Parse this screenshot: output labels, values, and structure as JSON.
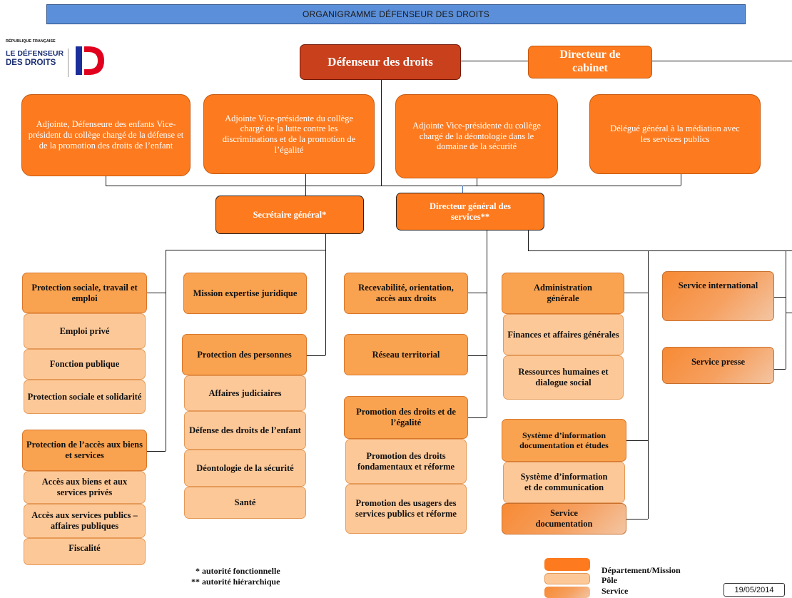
{
  "title": "ORGANIGRAMME DÉFENSEUR DES DROITS",
  "logo": {
    "republic": "RÉPUBLIQUE FRANÇAISE",
    "line1": "LE DÉFENSEUR",
    "line2": "DES DROITS",
    "letter": "D"
  },
  "top": {
    "defenseur": "Défenseur des droits",
    "cabinet": "Directeur de cabinet"
  },
  "adjoints": [
    "Adjointe, Défenseure des enfants Vice-président du collège chargé de la défense et de la promotion des droits de l’enfant",
    "Adjointe Vice-présidente du collège chargé de la lutte contre les discriminations et de la promotion de l’égalité",
    "Adjointe Vice-présidente du collège chargé de la déontologie dans le domaine de la sécurité",
    "Délégué général à la médiation avec les services publics"
  ],
  "management": {
    "sg": "Secrétaire général*",
    "dgs": "Directeur général des services**"
  },
  "col1": {
    "head1": "Protection sociale, travail et emploi",
    "poles1": [
      "Emploi privé",
      "Fonction publique",
      "Protection sociale et solidarité"
    ],
    "head2": "Protection de l’accès aux biens et services",
    "poles2": [
      "Accès aux biens et aux services privés",
      "Accès aux services publics – affaires publiques",
      "Fiscalité"
    ]
  },
  "col2": {
    "mission": "Mission expertise juridique",
    "head": "Protection des personnes",
    "poles": [
      "Affaires judiciaires",
      "Défense des droits de l’enfant",
      "Déontologie de la sécurité",
      "Santé"
    ]
  },
  "col3": {
    "recev": "Recevabilité, orientation, accès aux droits",
    "reseau": "Réseau territorial",
    "head": "Promotion des droits et de l’égalité",
    "poles": [
      "Promotion des droits fondamentaux et réforme",
      "Promotion des usagers des services publics et réforme"
    ]
  },
  "col4": {
    "head": "Administration générale",
    "poles": [
      "Finances et affaires générales",
      "Ressources humaines et dialogue social"
    ],
    "head2": "Système d’information documentation et études",
    "pole3": "Système d’information et de communication",
    "service": "Service documentation"
  },
  "col5": {
    "intl": "Service international",
    "presse": "Service presse"
  },
  "notes": [
    "* autorité fonctionnelle",
    "** autorité hiérarchique"
  ],
  "legend": [
    "Département/Mission",
    "Pôle",
    "Service"
  ],
  "date": "19/05/2014",
  "colors": {
    "department": "#fd7a1e",
    "pole": "#fdc898",
    "top": "#c8401c",
    "titlebar": "#5b8fd9"
  }
}
